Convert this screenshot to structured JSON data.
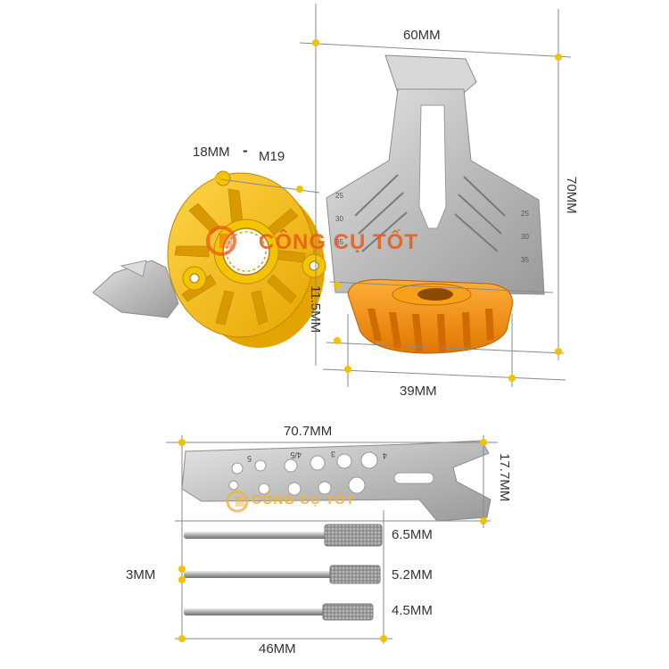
{
  "dimensions": {
    "sharpener_width": "60MM",
    "sharpener_height": "70MM",
    "hub_thread": "18MM",
    "hub_thread_type": "M19",
    "dash": "-",
    "base_height": "11.5MM",
    "base_width": "39MM",
    "wrench_length": "70.7MM",
    "wrench_height": "17.7MM",
    "bit_shank_diameter": "3MM",
    "bit_length": "46MM",
    "bit_large": "6.5MM",
    "bit_medium": "5.2MM",
    "bit_small": "4.5MM"
  },
  "guide_angles": [
    "25",
    "30",
    "35"
  ],
  "wrench_marks": [
    "5",
    "4/5",
    "3",
    "4"
  ],
  "watermark": {
    "text": "CÔNG CỤ TỐT",
    "top_color": "#e85a17",
    "bottom_color": "#f2b43a"
  },
  "colors": {
    "hub_yellow": "#f5b700",
    "base_orange": "#f28c00",
    "metal": "#c8c8c8",
    "dimension_line": "#8a8a8a",
    "dimension_dot": "#f2c200"
  }
}
